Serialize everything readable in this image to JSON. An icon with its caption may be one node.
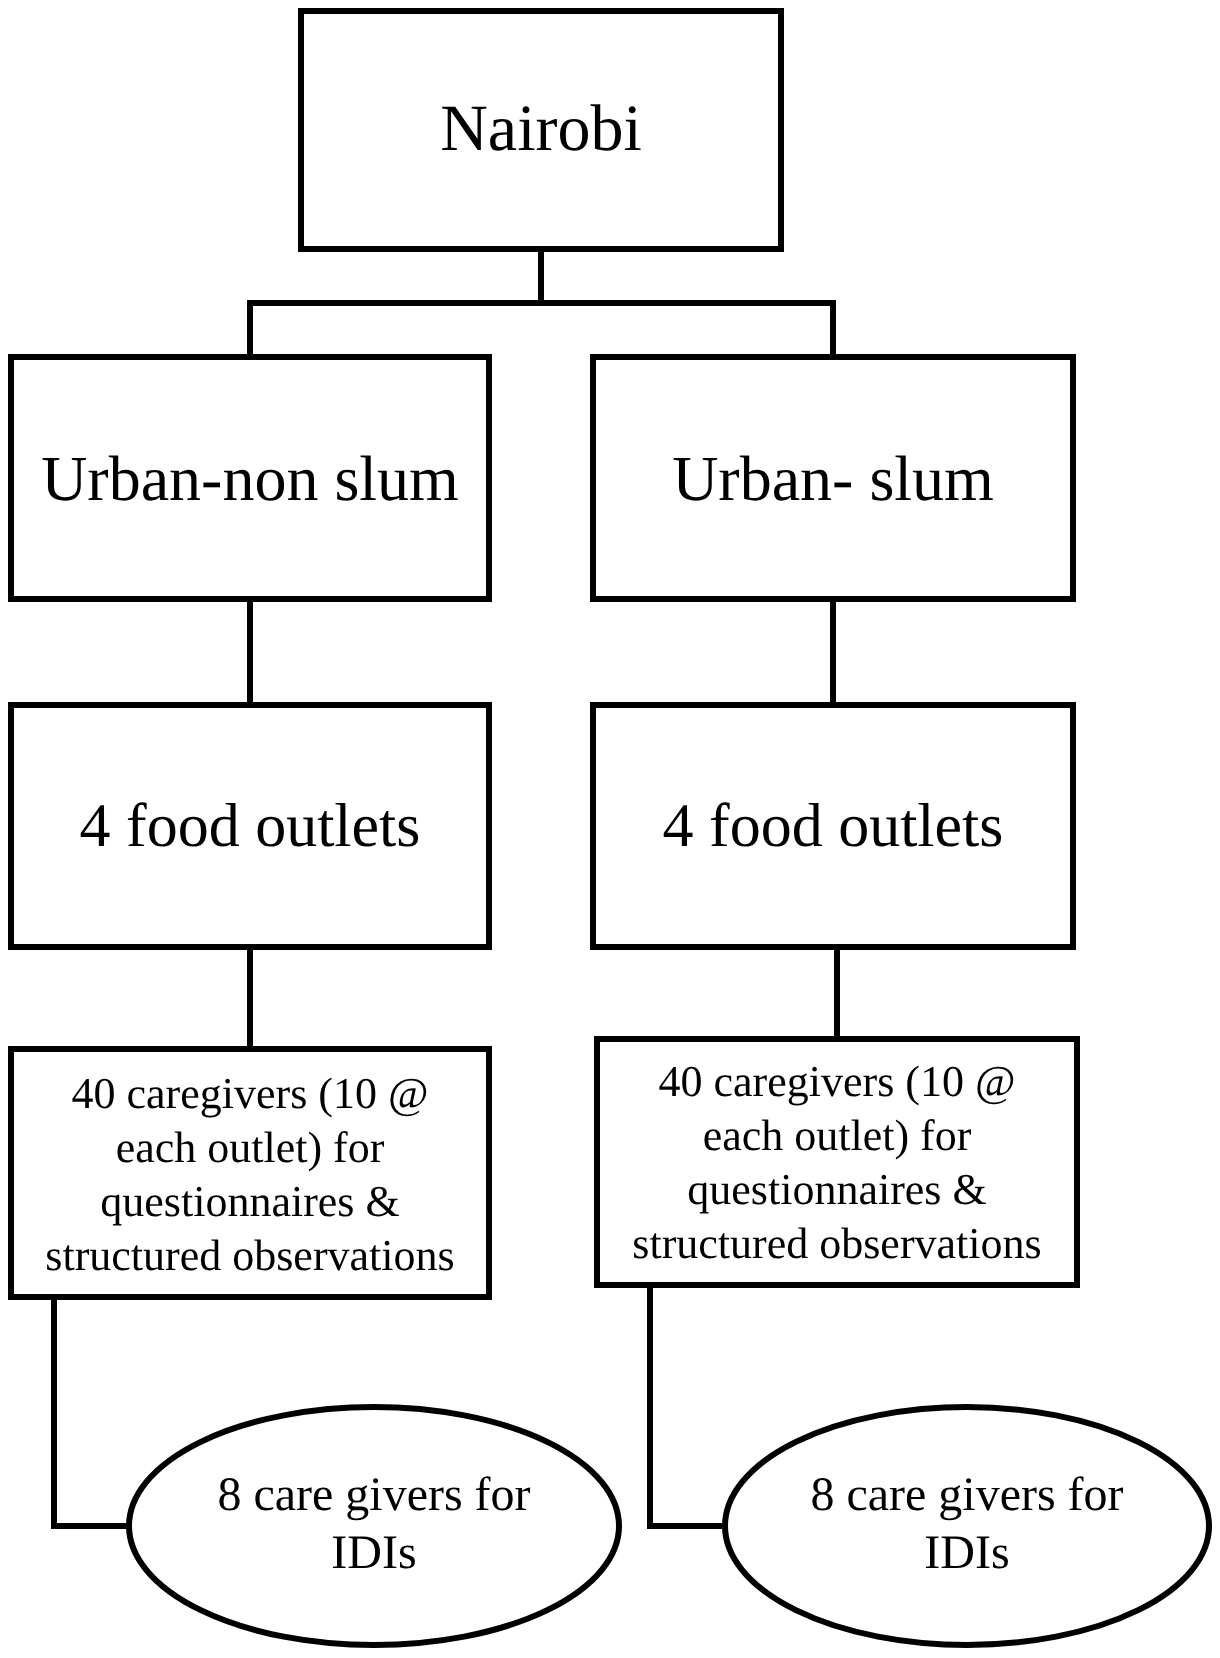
{
  "diagram": {
    "nodes": [
      {
        "text": [
          "Nairobi"
        ]
      },
      {
        "text": [
          "Urban-non slum"
        ]
      },
      {
        "text": [
          "Urban- slum"
        ]
      },
      {
        "text": [
          "4 food outlets"
        ]
      },
      {
        "text": [
          "4 food outlets"
        ]
      },
      {
        "text": [
          "40 caregivers (10 @ each outlet) for questionnaires & structured observations"
        ]
      },
      {
        "text": [
          "40 caregivers (10 @ each outlet) for questionnaires & structured observations"
        ]
      },
      {
        "text": [
          "8 care givers for IDIs"
        ]
      },
      {
        "text": [
          "8 care givers for IDIs"
        ]
      }
    ],
    "edges": [
      {
        "from": 0,
        "to": 1,
        "arrow": "none"
      },
      {
        "from": 0,
        "to": 2,
        "arrow": "none"
      },
      {
        "from": 1,
        "to": 3,
        "arrow": "none"
      },
      {
        "from": 2,
        "to": 4,
        "arrow": "none"
      },
      {
        "from": 3,
        "to": 5,
        "arrow": "none"
      },
      {
        "from": 4,
        "to": 6,
        "arrow": "none"
      },
      {
        "from": 5,
        "to": 7,
        "arrow": "none"
      },
      {
        "from": 6,
        "to": 8,
        "arrow": "none"
      }
    ]
  }
}
